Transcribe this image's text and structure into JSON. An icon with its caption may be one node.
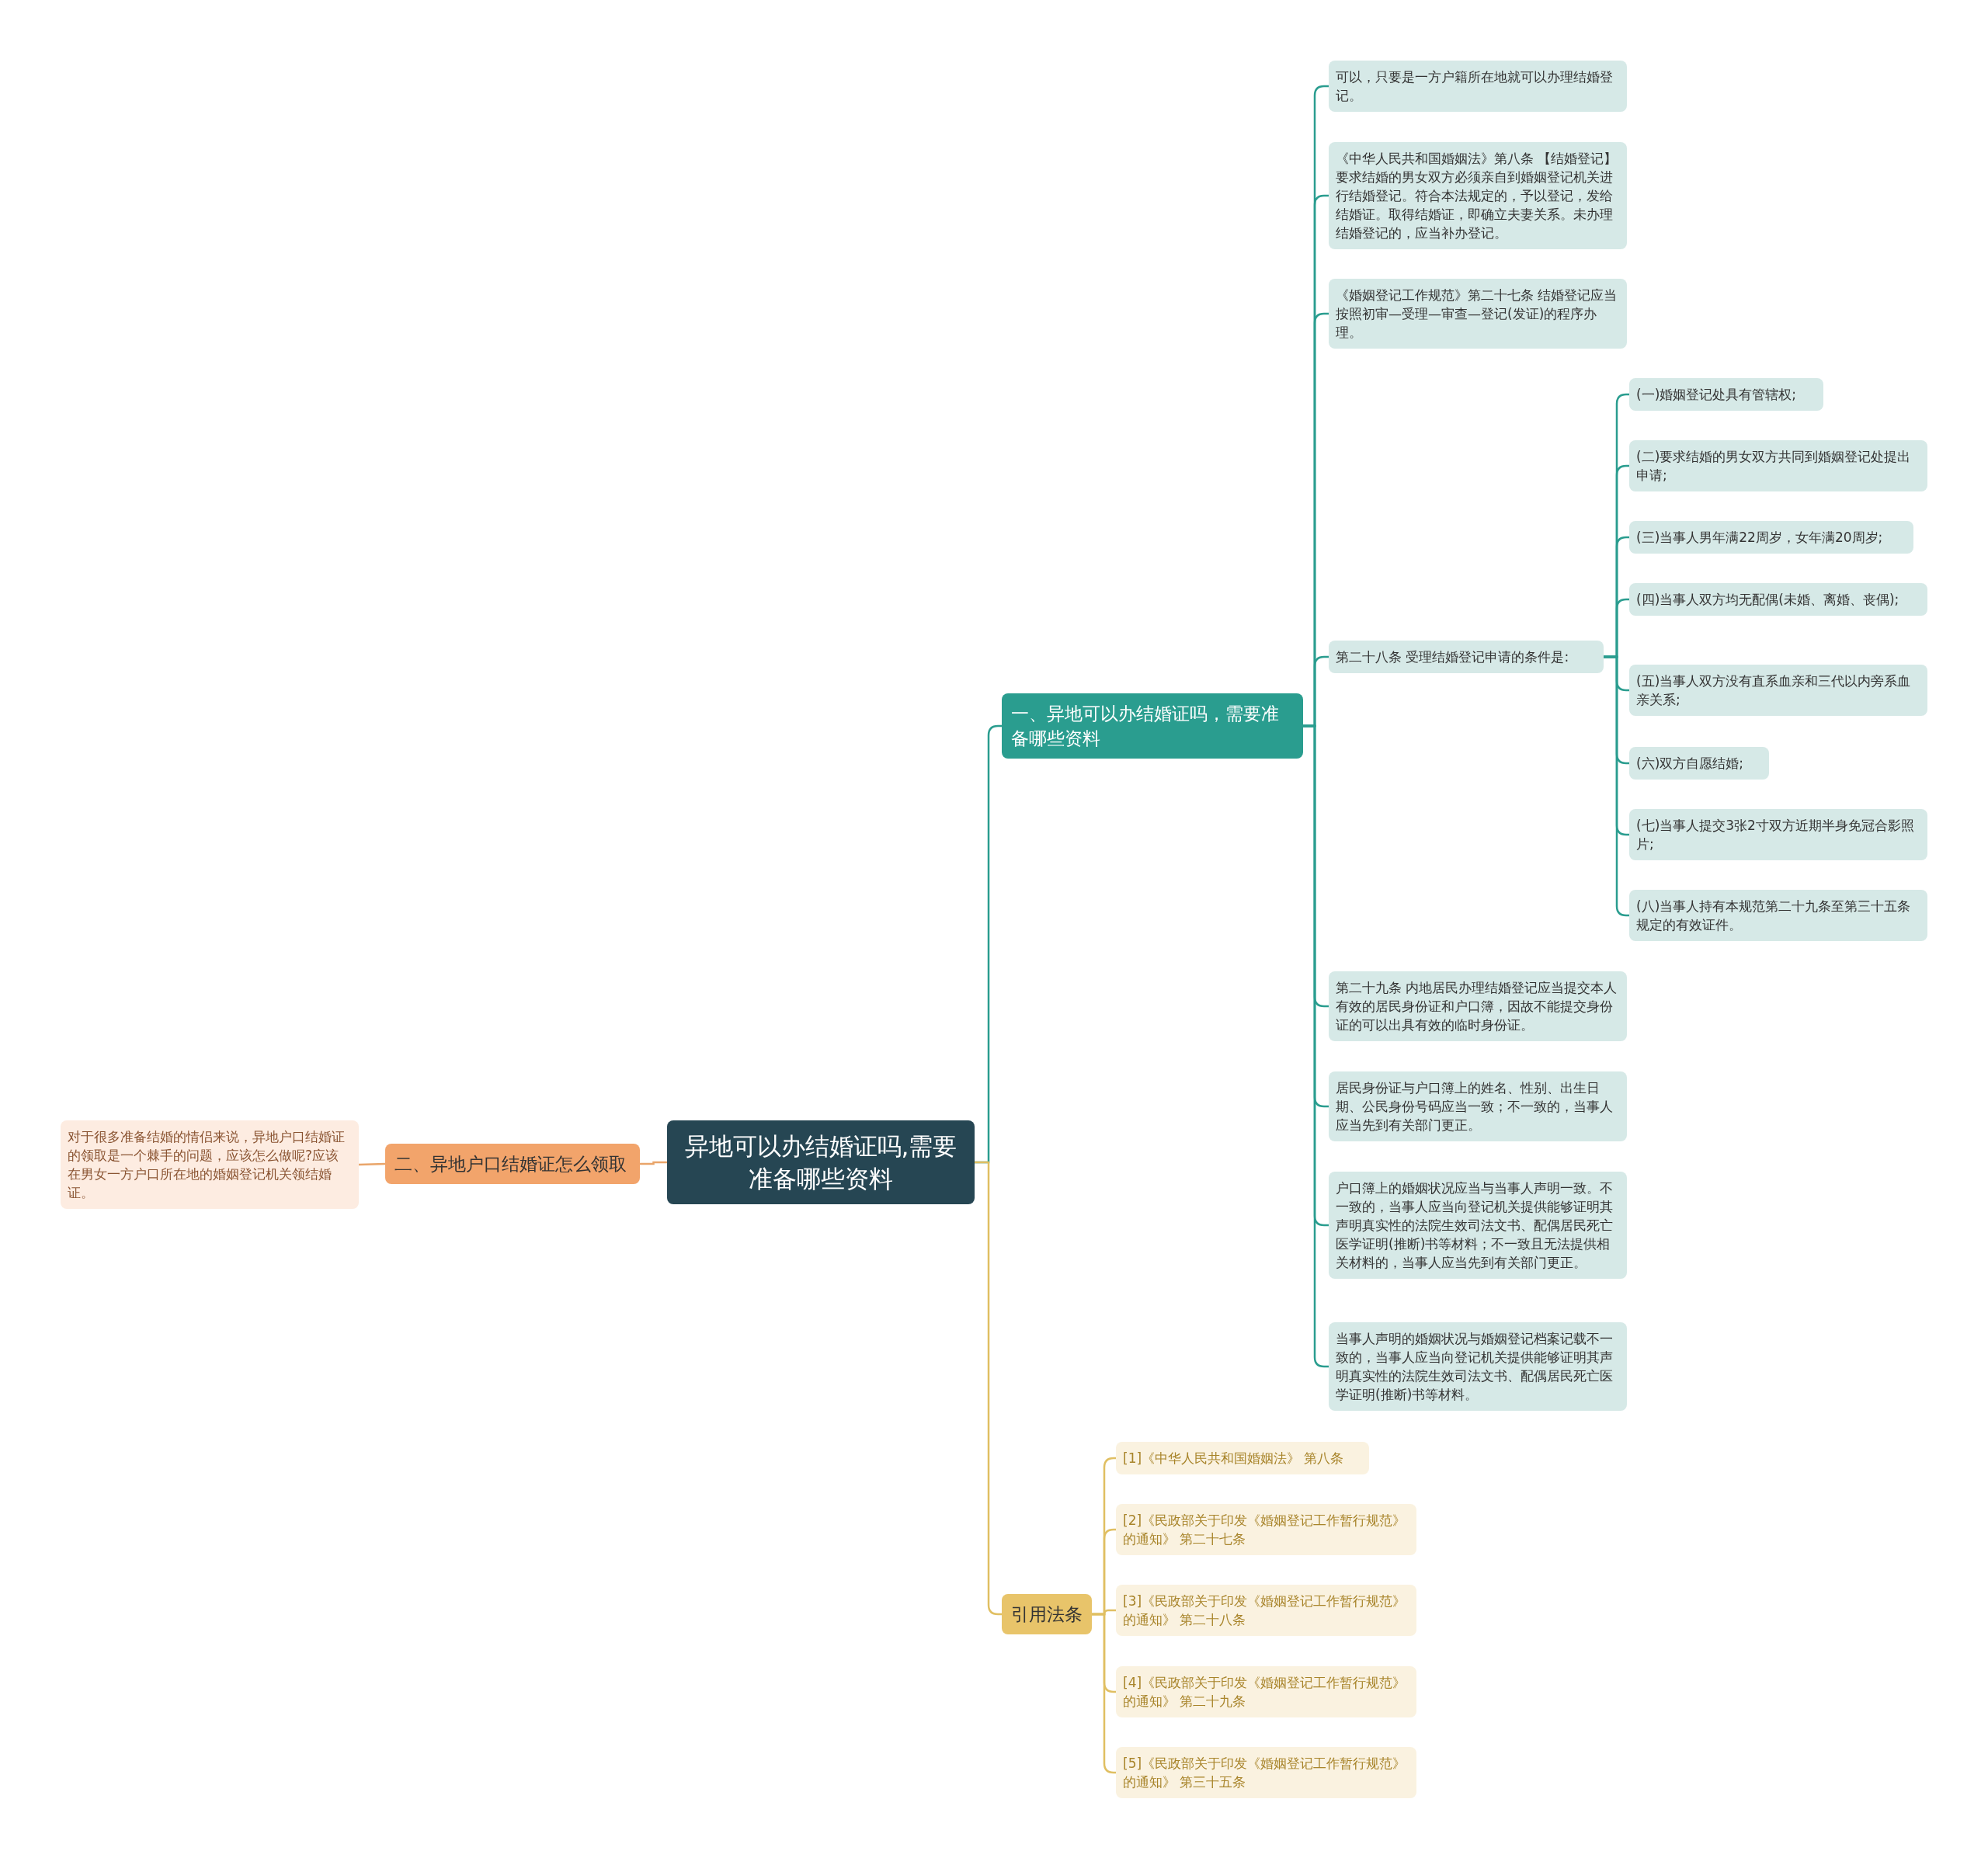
{
  "diagram": {
    "nodes": [
      {
        "text": [
          "异地可以办结婚证吗,需要准备哪些资料"
        ]
      },
      {
        "text": [
          "一、异地可以办结婚证吗，需要准备哪些资料"
        ]
      },
      {
        "text": [
          "可以，只要是一方户籍所在地就可以办理结婚登记。"
        ]
      },
      {
        "text": [
          "《中华人民共和国婚姻法》第八条 【结婚登记】要求结婚的男女双方必须亲自到婚姻登记机关进行结婚登记。符合本法规定的，予以登记，发给结婚证。取得结婚证，即确立夫妻关系。未办理结婚登记的，应当补办登记。"
        ]
      },
      {
        "text": [
          "《婚姻登记工作规范》第二十七条 结婚登记应当按照初审—受理—审查—登记(发证)的程序办理。"
        ]
      },
      {
        "text": [
          "第二十八条 受理结婚登记申请的条件是:"
        ]
      },
      {
        "text": [
          "(一)婚姻登记处具有管辖权;"
        ]
      },
      {
        "text": [
          "(二)要求结婚的男女双方共同到婚姻登记处提出申请;"
        ]
      },
      {
        "text": [
          "(三)当事人男年满22周岁，女年满20周岁;"
        ]
      },
      {
        "text": [
          "(四)当事人双方均无配偶(未婚、离婚、丧偶);"
        ]
      },
      {
        "text": [
          "(五)当事人双方没有直系血亲和三代以内旁系血亲关系;"
        ]
      },
      {
        "text": [
          "(六)双方自愿结婚;"
        ]
      },
      {
        "text": [
          "(七)当事人提交3张2寸双方近期半身免冠合影照片;"
        ]
      },
      {
        "text": [
          "(八)当事人持有本规范第二十九条至第三十五条规定的有效证件。"
        ]
      },
      {
        "text": [
          "第二十九条 内地居民办理结婚登记应当提交本人有效的居民身份证和户口簿，因故不能提交身份证的可以出具有效的临时身份证。"
        ]
      },
      {
        "text": [
          "居民身份证与户口簿上的姓名、性别、出生日期、公民身份号码应当一致；不一致的，当事人应当先到有关部门更正。"
        ]
      },
      {
        "text": [
          "户口簿上的婚姻状况应当与当事人声明一致。不一致的，当事人应当向登记机关提供能够证明其声明真实性的法院生效司法文书、配偶居民死亡医学证明(推断)书等材料；不一致且无法提供相关材料的，当事人应当先到有关部门更正。"
        ]
      },
      {
        "text": [
          "当事人声明的婚姻状况与婚姻登记档案记载不一致的，当事人应当向登记机关提供能够证明其声明真实性的法院生效司法文书、配偶居民死亡医学证明(推断)书等材料。"
        ]
      },
      {
        "text": [
          "二、异地户口结婚证怎么领取"
        ]
      },
      {
        "text": [
          "对于很多准备结婚的情侣来说，异地户口结婚证的领取是一个棘手的问题，应该怎么做呢?应该在男女一方户口所在地的婚姻登记机关领结婚证。"
        ]
      },
      {
        "text": [
          "引用法条"
        ]
      },
      {
        "text": [
          "[1]《中华人民共和国婚姻法》 第八条"
        ]
      },
      {
        "text": [
          "[2]《民政部关于印发《婚姻登记工作暂行规范》的通知》 第二十七条"
        ]
      },
      {
        "text": [
          "[3]《民政部关于印发《婚姻登记工作暂行规范》的通知》 第二十八条"
        ]
      },
      {
        "text": [
          "[4]《民政部关于印发《婚姻登记工作暂行规范》的通知》 第二十九条"
        ]
      },
      {
        "text": [
          "[5]《民政部关于印发《婚姻登记工作暂行规范》的通知》 第三十五条"
        ]
      }
    ],
    "edges": [
      {
        "from": 0,
        "to": 1,
        "arrow": "none"
      },
      {
        "from": 1,
        "to": 2,
        "arrow": "none"
      },
      {
        "from": 1,
        "to": 3,
        "arrow": "none"
      },
      {
        "from": 1,
        "to": 4,
        "arrow": "none"
      },
      {
        "from": 1,
        "to": 5,
        "arrow": "none"
      },
      {
        "from": 5,
        "to": 6,
        "arrow": "none"
      },
      {
        "from": 5,
        "to": 7,
        "arrow": "none"
      },
      {
        "from": 5,
        "to": 8,
        "arrow": "none"
      },
      {
        "from": 5,
        "to": 9,
        "arrow": "none"
      },
      {
        "from": 5,
        "to": 10,
        "arrow": "none"
      },
      {
        "from": 5,
        "to": 11,
        "arrow": "none"
      },
      {
        "from": 5,
        "to": 12,
        "arrow": "none"
      },
      {
        "from": 5,
        "to": 13,
        "arrow": "none"
      },
      {
        "from": 1,
        "to": 14,
        "arrow": "none"
      },
      {
        "from": 1,
        "to": 15,
        "arrow": "none"
      },
      {
        "from": 1,
        "to": 16,
        "arrow": "none"
      },
      {
        "from": 1,
        "to": 17,
        "arrow": "none"
      },
      {
        "from": 0,
        "to": 18,
        "arrow": "none",
        "color": "#e9a56a"
      },
      {
        "from": 18,
        "to": 19,
        "arrow": "none",
        "color": "#e9a56a"
      },
      {
        "from": 0,
        "to": 20,
        "arrow": "none",
        "color": "#e0bf62"
      },
      {
        "from": 20,
        "to": 21,
        "arrow": "none",
        "color": "#e0bf62"
      },
      {
        "from": 20,
        "to": 22,
        "arrow": "none",
        "color": "#e0bf62"
      },
      {
        "from": 20,
        "to": 23,
        "arrow": "none",
        "color": "#e0bf62"
      },
      {
        "from": 20,
        "to": 24,
        "arrow": "none",
        "color": "#e0bf62"
      },
      {
        "from": 20,
        "to": 25,
        "arrow": "none",
        "color": "#e0bf62"
      }
    ]
  }
}
